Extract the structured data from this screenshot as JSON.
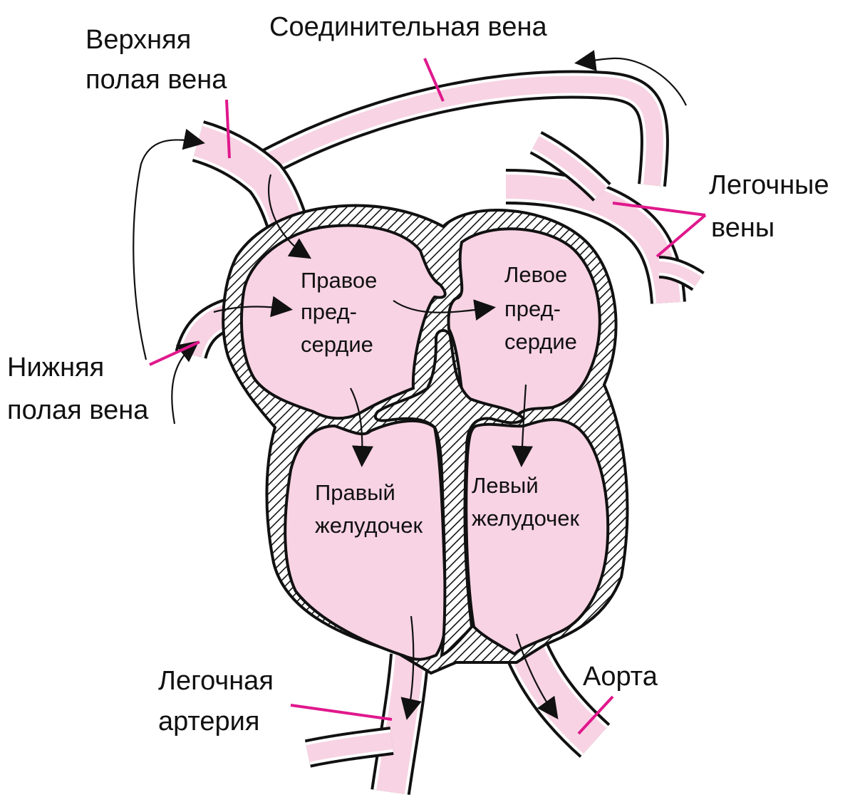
{
  "labels": {
    "connecting_vein": "Соединительная вена",
    "svc_line1": "Верхняя",
    "svc_line2": "полая вена",
    "ivc_line1": "Нижняя",
    "ivc_line2": "полая вена",
    "pulm_veins_line1": "Легочные",
    "pulm_veins_line2": "вены",
    "right_atrium_line1": "Правое",
    "right_atrium_line2": "пред-",
    "right_atrium_line3": "сердие",
    "left_atrium_line1": "Левое",
    "left_atrium_line2": "пред-",
    "left_atrium_line3": "сердие",
    "right_ventricle_line1": "Правый",
    "right_ventricle_line2": "желудочек",
    "left_ventricle_line1": "Левый",
    "left_ventricle_line2": "желудочек",
    "pulm_artery_line1": "Легочная",
    "pulm_artery_line2": "артерия",
    "aorta": "Аорта"
  },
  "colors": {
    "chamber_fill": "#f8d3e3",
    "wall_stroke": "#111111",
    "leader_line": "#e0188c"
  }
}
